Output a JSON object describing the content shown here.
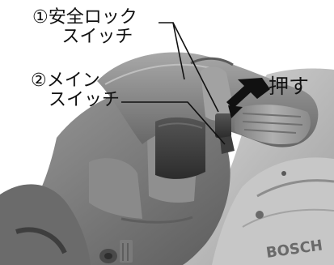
{
  "callouts": {
    "safety_lock": {
      "number": "①",
      "line1": "安全ロック",
      "line2": "スイッチ"
    },
    "main_switch": {
      "number": "②",
      "line1": "メイン",
      "line2": "スイッチ"
    },
    "push": "押す"
  },
  "tool": {
    "brand": "BOSCH"
  },
  "colors": {
    "background": "#ffffff",
    "tool_body": "#7a7a7a",
    "tool_dark": "#3a3a3a",
    "tool_light": "#bdbdbd",
    "text": "#111111"
  }
}
